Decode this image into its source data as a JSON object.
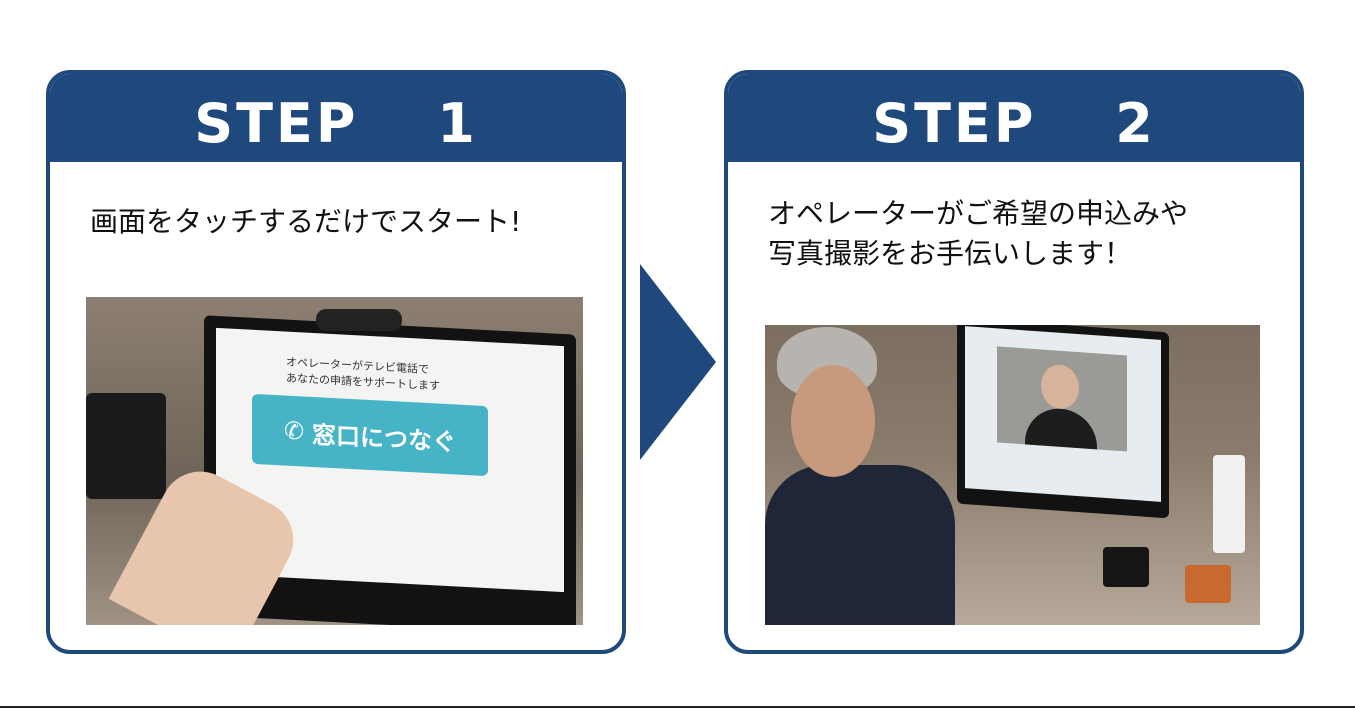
{
  "steps": [
    {
      "title": "STEP　 1",
      "text_lines": [
        "画面をタッチするだけでスタート!"
      ],
      "photo": {
        "monitor_line1": "オペレーターがテレビ電話で",
        "monitor_line2": "あなたの申請をサポートします",
        "button_label": "窓口につなぐ"
      }
    },
    {
      "title": "STEP　 2",
      "text_lines": [
        "オペレーターがご希望の申込みや",
        "写真撮影をお手伝いします！"
      ]
    }
  ],
  "colors": {
    "accent": "#1f497d",
    "background": "#ffffff"
  }
}
